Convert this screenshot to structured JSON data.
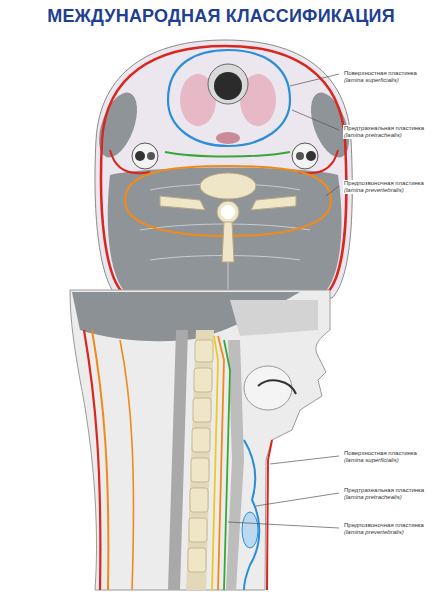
{
  "diagram": {
    "title": "МЕЖДУНАРОДНАЯ КЛАССИФИКАЦИЯ",
    "labels": [
      "Поверхностная пластинка",
      "(lamina superficialis)",
      "Предтрахеальная пластинка",
      "(lamina pretrachealis)",
      "Предпозвоночная пластинка",
      "(lamina prevertebralis)",
      "Поверхностная пластинка",
      "(lamina superficialis)",
      "Предтрахеальная пластинка",
      "(lamina pretrachealis)",
      "Предпозвоночная пластинка",
      "(lamina prevertebralis)"
    ]
  }
}
